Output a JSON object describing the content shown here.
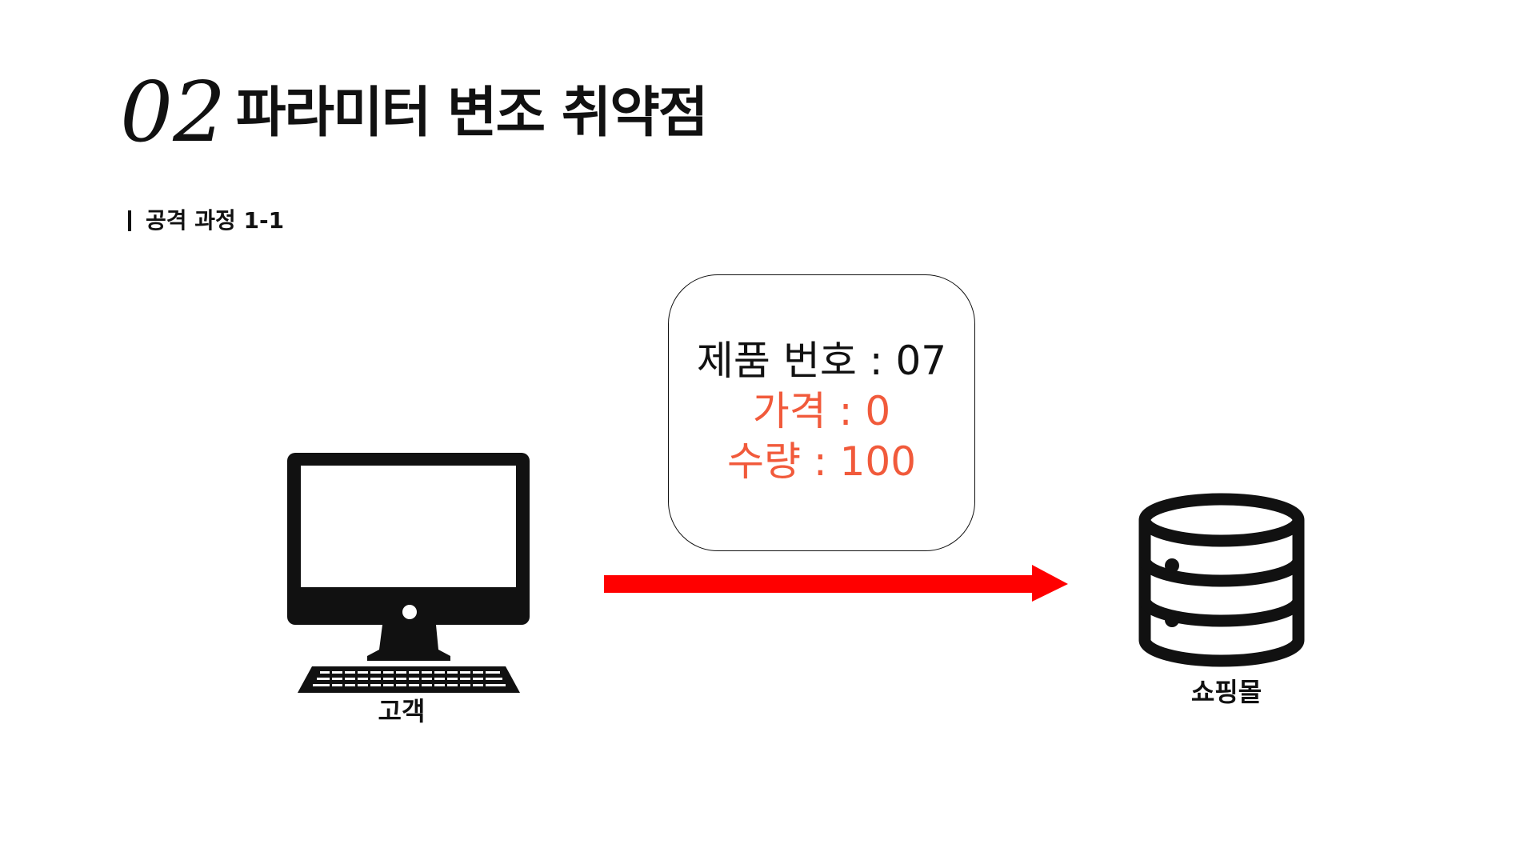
{
  "header": {
    "number": "02",
    "title": "파라미터 변조 취약점"
  },
  "subtitle": "공격 과정 1-1",
  "request_box": {
    "lines": [
      {
        "text": "제품 번호 : 07",
        "color": "#111111"
      },
      {
        "text": "가격 : 0",
        "color": "#f15a3b"
      },
      {
        "text": "수량 : 100",
        "color": "#f15a3b"
      }
    ]
  },
  "nodes": {
    "client": {
      "label": "고객",
      "icon": "desktop-computer-icon"
    },
    "server": {
      "label": "쇼핑몰",
      "icon": "database-icon"
    }
  },
  "arrow": {
    "color": "#ff0000",
    "direction": "client-to-server"
  }
}
